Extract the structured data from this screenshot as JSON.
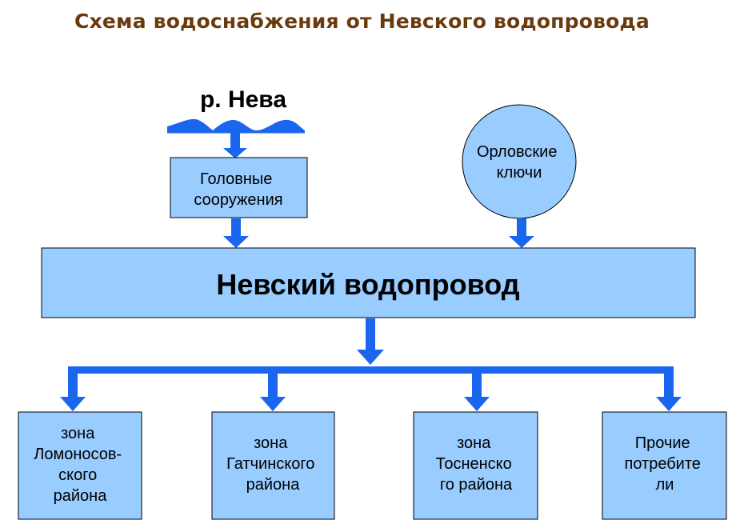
{
  "title": "Схема водоснабжения от Невского водопровода",
  "colors": {
    "box_fill": "#99ccff",
    "stroke": "#000000",
    "arrow": "#1a66ee",
    "water": "#1a66ee",
    "title": "#6b3a0c"
  },
  "nodes": {
    "neva": {
      "label": "р. Нева"
    },
    "headworks": {
      "lines": [
        "Головные",
        "сооружения"
      ]
    },
    "orlovskie": {
      "lines": [
        "Орловские",
        "ключи"
      ]
    },
    "vodoprovod": {
      "label": "Невский водопровод"
    },
    "zones": [
      {
        "lines": [
          "зона",
          "Ломоносов-",
          "ского",
          "района"
        ]
      },
      {
        "lines": [
          "зона",
          "Гатчинского",
          "района"
        ]
      },
      {
        "lines": [
          "зона",
          "Тосненско",
          "го района"
        ]
      },
      {
        "lines": [
          "Прочие",
          "потребите",
          "ли"
        ]
      }
    ]
  }
}
